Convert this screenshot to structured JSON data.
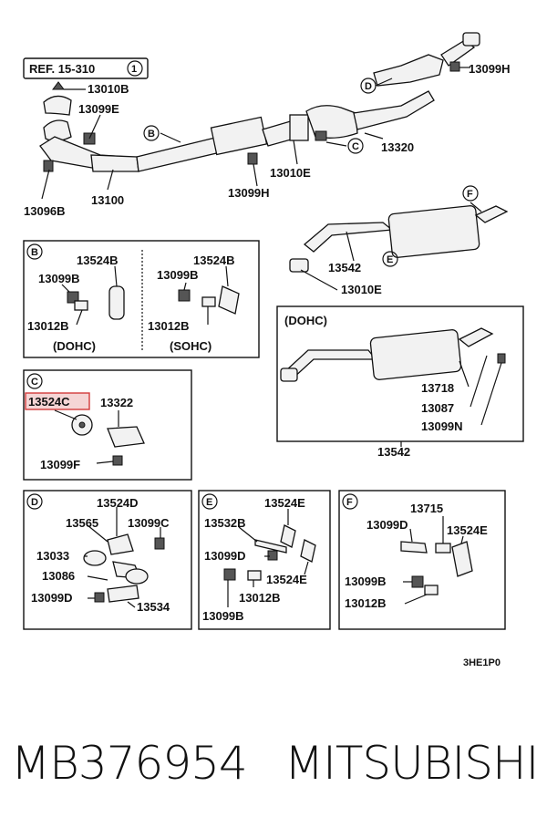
{
  "ref_box": {
    "text": "REF. 15-310",
    "circle": "1"
  },
  "main": {
    "top_labels": [
      "13010B",
      "13099E",
      "13096B",
      "13100",
      "13099H",
      "13010E",
      "13320",
      "13099H"
    ],
    "circles": [
      "B",
      "C",
      "D"
    ]
  },
  "rear": {
    "labels": [
      "13542",
      "13010E"
    ],
    "circles": [
      "F",
      "E"
    ]
  },
  "dohc_box": {
    "title": "(DOHC)",
    "labels": [
      "13718",
      "13087",
      "13099N",
      "13542"
    ]
  },
  "box_b": {
    "tag": "B",
    "left": {
      "labels": [
        "13524B",
        "13099B",
        "13012B"
      ],
      "caption": "(DOHC)"
    },
    "right": {
      "labels": [
        "13524B",
        "13099B",
        "13012B"
      ],
      "caption": "(SOHC)"
    }
  },
  "box_c": {
    "tag": "C",
    "highlight": "13524C",
    "labels": [
      "13322",
      "13099F"
    ]
  },
  "box_d": {
    "tag": "D",
    "labels": [
      "13524D",
      "13565",
      "13099C",
      "13033",
      "13086",
      "13099D",
      "13534"
    ]
  },
  "box_e": {
    "tag": "E",
    "labels": [
      "13524E",
      "13532B",
      "13099D",
      "13524E",
      "13012B",
      "13099B"
    ]
  },
  "box_f": {
    "tag": "F",
    "labels": [
      "13715",
      "13099D",
      "13524E",
      "13099B",
      "13012B"
    ]
  },
  "drawing_code": "3HE1P0",
  "footer": {
    "part_number": "MB376954",
    "brand": "MITSUBISHI"
  }
}
